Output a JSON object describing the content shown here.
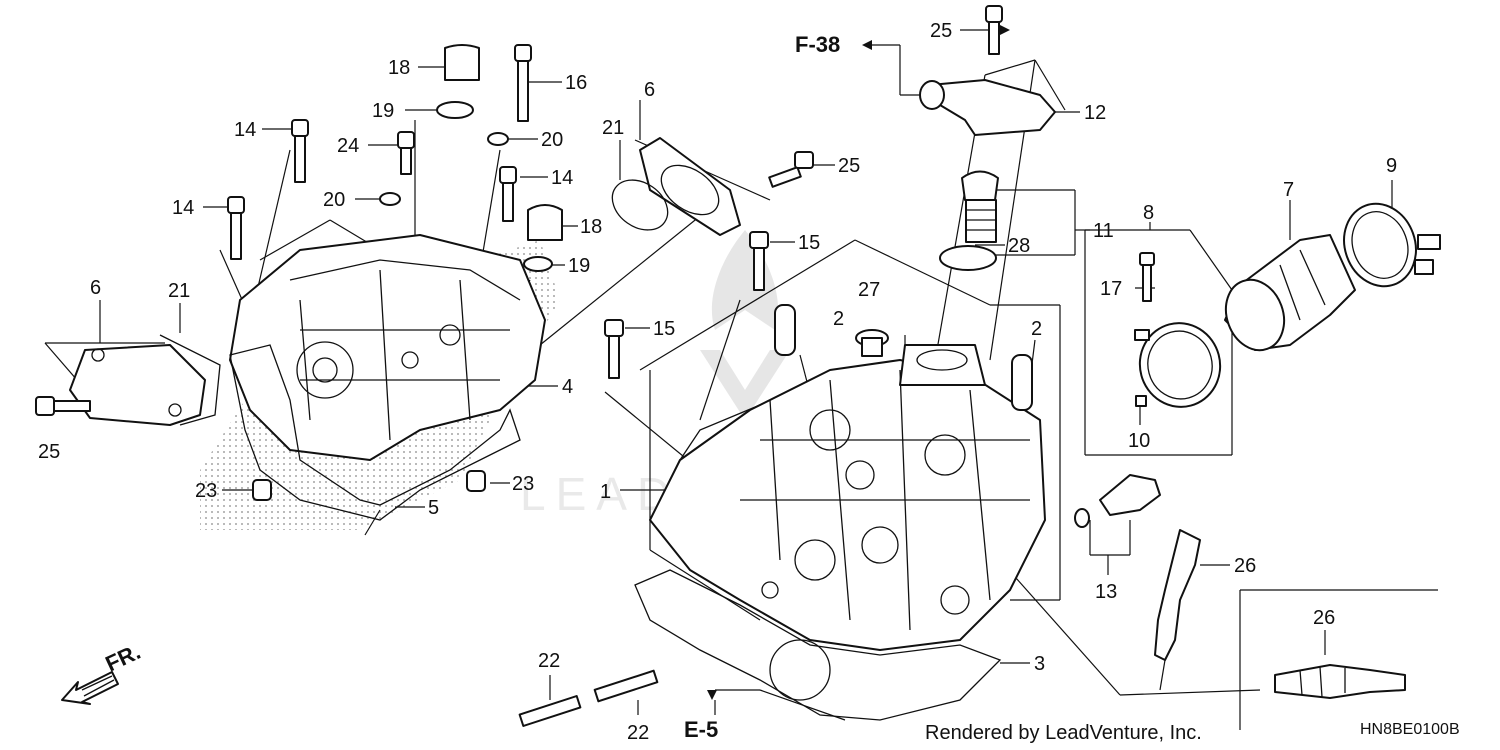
{
  "callouts": [
    {
      "id": "c1",
      "text": "1"
    },
    {
      "id": "c2a",
      "text": "2"
    },
    {
      "id": "c2b",
      "text": "2"
    },
    {
      "id": "c3",
      "text": "3"
    },
    {
      "id": "c4",
      "text": "4"
    },
    {
      "id": "c5",
      "text": "5"
    },
    {
      "id": "c6a",
      "text": "6"
    },
    {
      "id": "c6b",
      "text": "6"
    },
    {
      "id": "c7",
      "text": "7"
    },
    {
      "id": "c8",
      "text": "8"
    },
    {
      "id": "c9",
      "text": "9"
    },
    {
      "id": "c10",
      "text": "10"
    },
    {
      "id": "c11",
      "text": "11"
    },
    {
      "id": "c12",
      "text": "12"
    },
    {
      "id": "c13",
      "text": "13"
    },
    {
      "id": "c14a",
      "text": "14"
    },
    {
      "id": "c14b",
      "text": "14"
    },
    {
      "id": "c14c",
      "text": "14"
    },
    {
      "id": "c15a",
      "text": "15"
    },
    {
      "id": "c15b",
      "text": "15"
    },
    {
      "id": "c16",
      "text": "16"
    },
    {
      "id": "c17",
      "text": "17"
    },
    {
      "id": "c18a",
      "text": "18"
    },
    {
      "id": "c18b",
      "text": "18"
    },
    {
      "id": "c19a",
      "text": "19"
    },
    {
      "id": "c19b",
      "text": "19"
    },
    {
      "id": "c20a",
      "text": "20"
    },
    {
      "id": "c20b",
      "text": "20"
    },
    {
      "id": "c21a",
      "text": "21"
    },
    {
      "id": "c21b",
      "text": "21"
    },
    {
      "id": "c22a",
      "text": "22"
    },
    {
      "id": "c22b",
      "text": "22"
    },
    {
      "id": "c23a",
      "text": "23"
    },
    {
      "id": "c23b",
      "text": "23"
    },
    {
      "id": "c24",
      "text": "24"
    },
    {
      "id": "c25a",
      "text": "25"
    },
    {
      "id": "c25b",
      "text": "25"
    },
    {
      "id": "c25c",
      "text": "25"
    },
    {
      "id": "c26a",
      "text": "26"
    },
    {
      "id": "c26b",
      "text": "26"
    },
    {
      "id": "c27",
      "text": "27"
    },
    {
      "id": "c28",
      "text": "28"
    }
  ],
  "references": {
    "f38": "F-38",
    "e5": "E-5",
    "front": "FR."
  },
  "footer": {
    "credit": "Rendered by LeadVenture, Inc.",
    "diagram_code": "HN8BE0100B"
  },
  "watermark": "LEADVENTURE",
  "colors": {
    "line": "#111111",
    "watermark": "#e6e6e6"
  }
}
